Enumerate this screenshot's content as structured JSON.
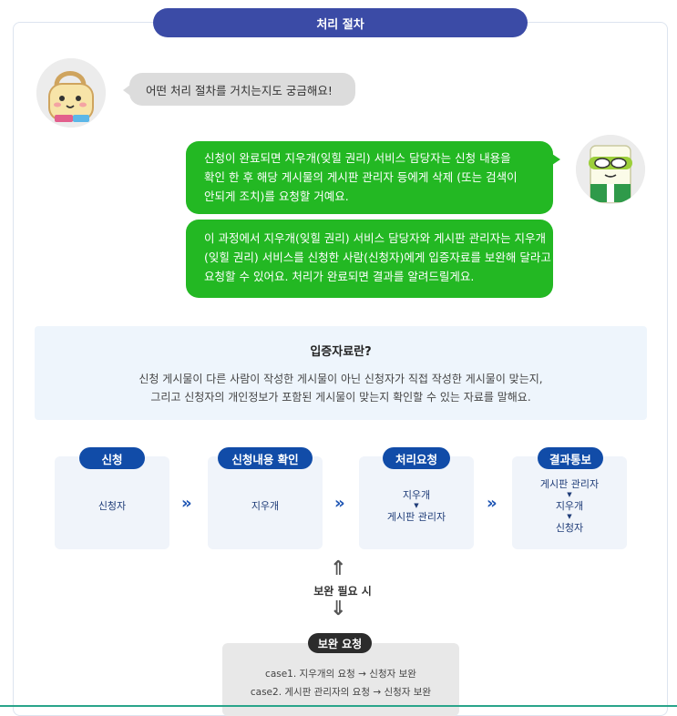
{
  "header": {
    "title": "처리 절차"
  },
  "chat": {
    "question": "어떤 처리 절차를 거치는지도 궁금해요!",
    "answer1": [
      "신청이 완료되면 지우개(잊힐 권리) 서비스 담당자는 신청 내용을",
      "확인 한 후 해당 게시물의 게시판 관리자 등에게 삭제 (또는 검색이",
      "안되게 조치)를 요청할 거예요."
    ],
    "answer2": [
      "이 과정에서 지우개(잊힐 권리) 서비스 담당자와 게시판 관리자는 지우개",
      "(잊힐 권리) 서비스를 신청한 사람(신청자)에게 입증자료를 보완해 달라고",
      "요청할 수 있어요. 처리가 완료되면 결과를 알려드릴게요."
    ]
  },
  "info": {
    "title": "입증자료란?",
    "lines": [
      "신청 게시물이 다른 사람이 작성한 게시물이 아닌 신청자가 직접 작성한 게시물이 맞는지,",
      "그리고 신청자의 개인정보가 포함된 게시물이 맞는지 확인할 수 있는 자료를 말해요."
    ]
  },
  "steps": [
    {
      "label": "신청",
      "items": [
        "신청자"
      ]
    },
    {
      "label": "신청내용 확인",
      "items": [
        "지우개"
      ]
    },
    {
      "label": "처리요청",
      "items": [
        "지우개",
        "게시판 관리자"
      ]
    },
    {
      "label": "결과통보",
      "items": [
        "게시판 관리자",
        "지우개",
        "신청자"
      ]
    }
  ],
  "flow": {
    "arrow": "»",
    "condition": "보완 필요 시"
  },
  "supplement": {
    "label": "보완 요청",
    "cases": [
      "case1. 지우개의 요청 → 신청자 보완",
      "case2. 게시판 관리자의 요청 → 신청자 보완"
    ]
  },
  "colors": {
    "title_bg": "#3b4ba6",
    "bubble_green": "#23b823",
    "step_label": "#114ca8",
    "info_bg": "#eef5fc"
  }
}
